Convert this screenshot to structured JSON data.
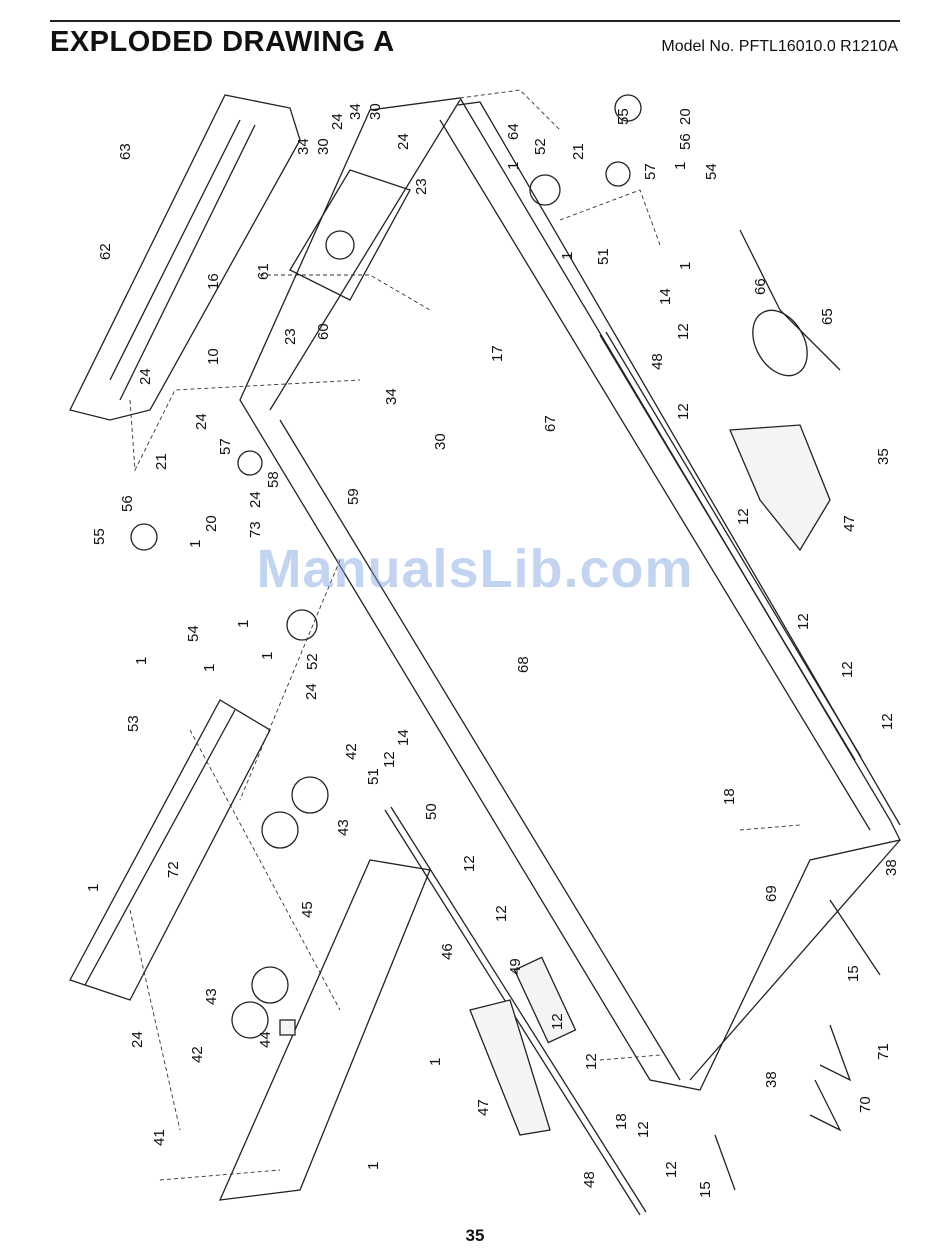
{
  "header": {
    "title": "EXPLODED DRAWING A",
    "model": "Model No. PFTL16010.0 R1210A"
  },
  "watermark": "ManualsLib.com",
  "footer": {
    "page_number": "35"
  },
  "labels": [
    {
      "id": "l63",
      "text": "63"
    },
    {
      "id": "l62",
      "text": "62"
    },
    {
      "id": "l16",
      "text": "16"
    },
    {
      "id": "l24a",
      "text": "24"
    },
    {
      "id": "l34a",
      "text": "34"
    },
    {
      "id": "l30a",
      "text": "30"
    },
    {
      "id": "l34b",
      "text": "34"
    },
    {
      "id": "l30b",
      "text": "30"
    },
    {
      "id": "l24b",
      "text": "24"
    },
    {
      "id": "l23a",
      "text": "23"
    },
    {
      "id": "l61",
      "text": "61"
    },
    {
      "id": "l23b",
      "text": "23"
    },
    {
      "id": "l60",
      "text": "60"
    },
    {
      "id": "l10",
      "text": "10"
    },
    {
      "id": "l24c",
      "text": "24"
    },
    {
      "id": "l64",
      "text": "64"
    },
    {
      "id": "l1a",
      "text": "1"
    },
    {
      "id": "l52a",
      "text": "52"
    },
    {
      "id": "l55a",
      "text": "55"
    },
    {
      "id": "l20a",
      "text": "20"
    },
    {
      "id": "l21a",
      "text": "21"
    },
    {
      "id": "l56a",
      "text": "56"
    },
    {
      "id": "l57a",
      "text": "57"
    },
    {
      "id": "l1b",
      "text": "1"
    },
    {
      "id": "l54a",
      "text": "54"
    },
    {
      "id": "l1c",
      "text": "1"
    },
    {
      "id": "l1d",
      "text": "1"
    },
    {
      "id": "l51a",
      "text": "51"
    },
    {
      "id": "l14a",
      "text": "14"
    },
    {
      "id": "l66",
      "text": "66"
    },
    {
      "id": "l17",
      "text": "17"
    },
    {
      "id": "l12a",
      "text": "12"
    },
    {
      "id": "l48a",
      "text": "48"
    },
    {
      "id": "l65",
      "text": "65"
    },
    {
      "id": "l34c",
      "text": "34"
    },
    {
      "id": "l30c",
      "text": "30"
    },
    {
      "id": "l24d",
      "text": "24"
    },
    {
      "id": "l67",
      "text": "67"
    },
    {
      "id": "l12b",
      "text": "12"
    },
    {
      "id": "l35",
      "text": "35"
    },
    {
      "id": "l57b",
      "text": "57"
    },
    {
      "id": "l21b",
      "text": "21"
    },
    {
      "id": "l24e",
      "text": "24"
    },
    {
      "id": "l58",
      "text": "58"
    },
    {
      "id": "l59",
      "text": "59"
    },
    {
      "id": "l56b",
      "text": "56"
    },
    {
      "id": "l20b",
      "text": "20"
    },
    {
      "id": "l73",
      "text": "73"
    },
    {
      "id": "l55b",
      "text": "55"
    },
    {
      "id": "l12c",
      "text": "12"
    },
    {
      "id": "l47a",
      "text": "47"
    },
    {
      "id": "l1e",
      "text": "1"
    },
    {
      "id": "l1f",
      "text": "1"
    },
    {
      "id": "l54b",
      "text": "54"
    },
    {
      "id": "l1g",
      "text": "1"
    },
    {
      "id": "l1h",
      "text": "1"
    },
    {
      "id": "l52b",
      "text": "52"
    },
    {
      "id": "l12d",
      "text": "12"
    },
    {
      "id": "l68",
      "text": "68"
    },
    {
      "id": "l12e",
      "text": "12"
    },
    {
      "id": "l1i",
      "text": "1"
    },
    {
      "id": "l53",
      "text": "53"
    },
    {
      "id": "l24f",
      "text": "24"
    },
    {
      "id": "l12f",
      "text": "12"
    },
    {
      "id": "l42a",
      "text": "42"
    },
    {
      "id": "l14b",
      "text": "14"
    },
    {
      "id": "l51b",
      "text": "51"
    },
    {
      "id": "l12g",
      "text": "12"
    },
    {
      "id": "l18a",
      "text": "18"
    },
    {
      "id": "l50",
      "text": "50"
    },
    {
      "id": "l43a",
      "text": "43"
    },
    {
      "id": "l72",
      "text": "72"
    },
    {
      "id": "l12h",
      "text": "12"
    },
    {
      "id": "l38a",
      "text": "38"
    },
    {
      "id": "l69",
      "text": "69"
    },
    {
      "id": "l45",
      "text": "45"
    },
    {
      "id": "l1j",
      "text": "1"
    },
    {
      "id": "l12i",
      "text": "12"
    },
    {
      "id": "l46",
      "text": "46"
    },
    {
      "id": "l49",
      "text": "49"
    },
    {
      "id": "l15a",
      "text": "15"
    },
    {
      "id": "l43b",
      "text": "43"
    },
    {
      "id": "l12j",
      "text": "12"
    },
    {
      "id": "l24g",
      "text": "24"
    },
    {
      "id": "l44",
      "text": "44"
    },
    {
      "id": "l42b",
      "text": "42"
    },
    {
      "id": "l1k",
      "text": "1"
    },
    {
      "id": "l71",
      "text": "71"
    },
    {
      "id": "l12k",
      "text": "12"
    },
    {
      "id": "l38b",
      "text": "38"
    },
    {
      "id": "l47b",
      "text": "47"
    },
    {
      "id": "l70",
      "text": "70"
    },
    {
      "id": "l18b",
      "text": "18"
    },
    {
      "id": "l12l",
      "text": "12"
    },
    {
      "id": "l41",
      "text": "41"
    },
    {
      "id": "l1l",
      "text": "1"
    },
    {
      "id": "l12m",
      "text": "12"
    },
    {
      "id": "l48b",
      "text": "48"
    },
    {
      "id": "l15b",
      "text": "15"
    }
  ]
}
